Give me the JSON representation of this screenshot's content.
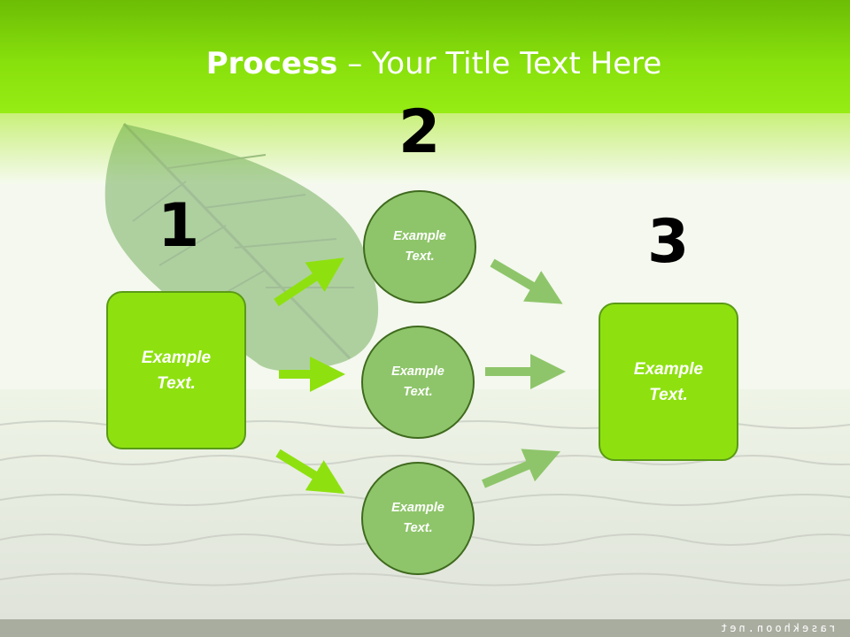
{
  "title": {
    "bold": "Process",
    "rest": " – Your Title Text Here"
  },
  "steps": [
    {
      "number": "1",
      "label": "Example\nText."
    },
    {
      "number": "2",
      "nodes": [
        "Example\nText.",
        "Example\nText.",
        "Example\nText."
      ]
    },
    {
      "number": "3",
      "label": "Example\nText."
    }
  ],
  "watermark": "rasekhoon.net",
  "colors": {
    "header_green": "#7ed40a",
    "box_fill": "#8ee10f",
    "circle_fill": "#8ec56a",
    "arrow_left": "#8ee10f",
    "arrow_right": "#8ec56a"
  }
}
